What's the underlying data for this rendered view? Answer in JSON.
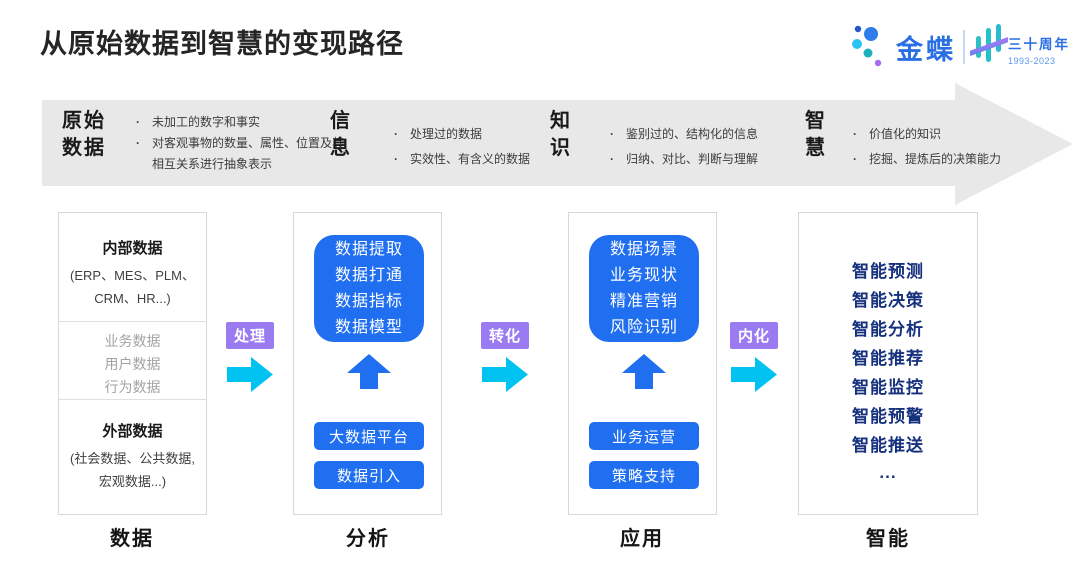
{
  "title": "从原始数据到智慧的变现路径",
  "logo": {
    "brand": "金蝶",
    "anniversary": "三十周年",
    "years": "1993-2023"
  },
  "banner": {
    "stages": [
      {
        "title": "原始\n数据",
        "bullets": [
          "未加工的数字和事实",
          "对客观事物的数量、属性、位置及其相互关系进行抽象表示"
        ]
      },
      {
        "title": "信\n息",
        "bullets": [
          "处理过的数据",
          "实效性、有含义的数据"
        ]
      },
      {
        "title": "知\n识",
        "bullets": [
          "鉴别过的、结构化的信息",
          "归纳、对比、判断与理解"
        ]
      },
      {
        "title": "智\n慧",
        "bullets": [
          "价值化的知识",
          "挖掘、提炼后的决策能力"
        ]
      }
    ]
  },
  "columns": {
    "data": {
      "label": "数据",
      "internal_heading": "内部数据",
      "internal_line1": "(ERP、MES、PLM、",
      "internal_line2": "CRM、HR...)",
      "middle_items": [
        "业务数据",
        "用户数据",
        "行为数据"
      ],
      "external_heading": "外部数据",
      "external_line1": "(社会数据、公共数据,",
      "external_line2": "宏观数据...)"
    },
    "analysis": {
      "label": "分析",
      "core_items": [
        "数据提取",
        "数据打通",
        "数据指标",
        "数据模型"
      ],
      "buttons": [
        "大数据平台",
        "数据引入"
      ]
    },
    "apply": {
      "label": "应用",
      "core_items": [
        "数据场景",
        "业务现状",
        "精准营销",
        "风险识别"
      ],
      "buttons": [
        "业务运营",
        "策略支持"
      ]
    },
    "smart": {
      "label": "智能",
      "items": [
        "智能预测",
        "智能决策",
        "智能分析",
        "智能推荐",
        "智能监控",
        "智能预警",
        "智能推送",
        "..."
      ]
    }
  },
  "connectors": [
    {
      "label": "处理"
    },
    {
      "label": "转化"
    },
    {
      "label": "内化"
    }
  ],
  "colors": {
    "accent_blue": "#1f6ff0",
    "cyan_arrow": "#00c3f2",
    "purple_label": "#9a7bf2",
    "navy_text": "#16317d",
    "banner_gray": "#e8e8e8",
    "brand_blue": "#2b6fe4"
  }
}
